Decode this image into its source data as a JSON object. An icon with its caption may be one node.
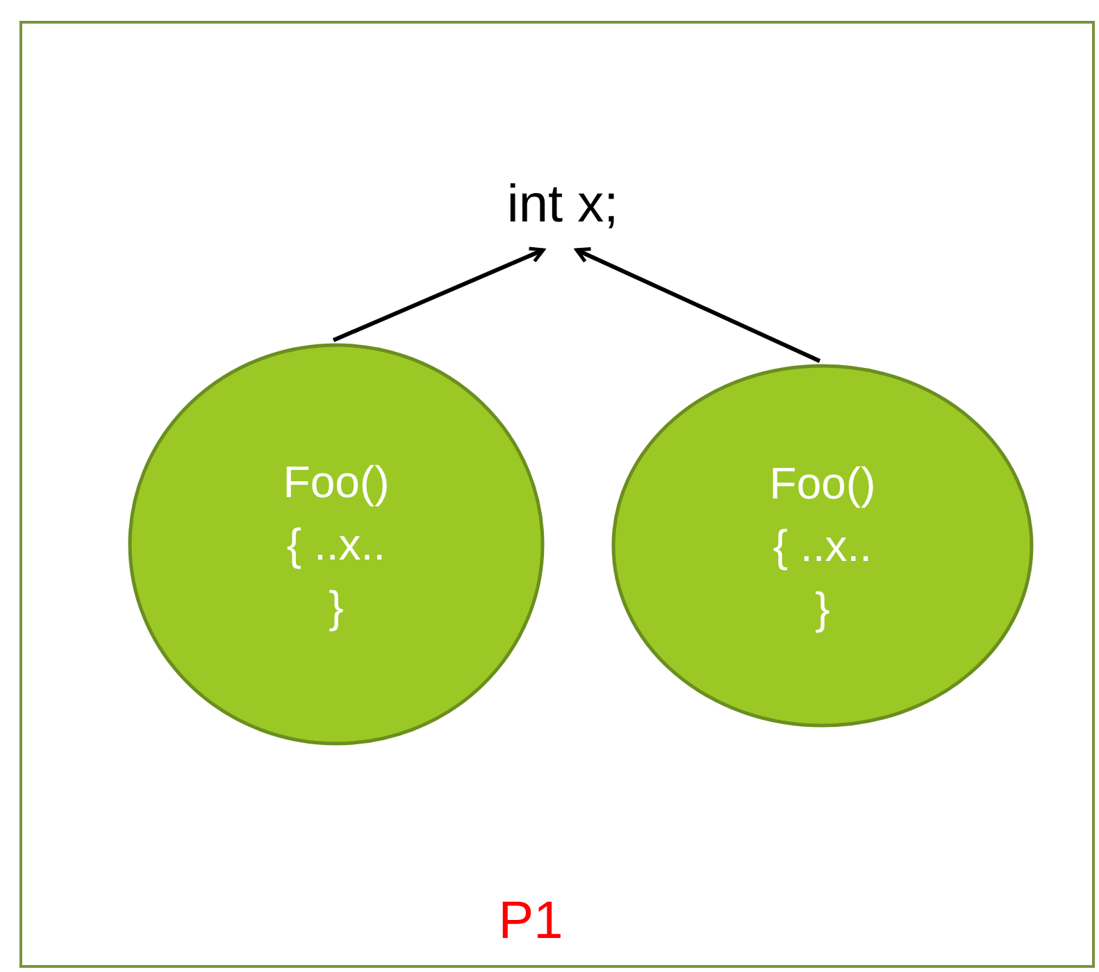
{
  "diagram": {
    "nodes": [
      {
        "text": [
          "P1"
        ]
      },
      {
        "text": [
          "int x;"
        ],
        "in": 0
      },
      {
        "text": [
          "Foo(){ ..x.. }"
        ],
        "in": 0
      },
      {
        "text": [
          "Foo(){ ..x.. }"
        ],
        "in": 0
      }
    ],
    "edges": [
      {
        "from": 2,
        "to": 1,
        "arrow": "to"
      },
      {
        "from": 3,
        "to": 1,
        "arrow": "to"
      }
    ]
  }
}
